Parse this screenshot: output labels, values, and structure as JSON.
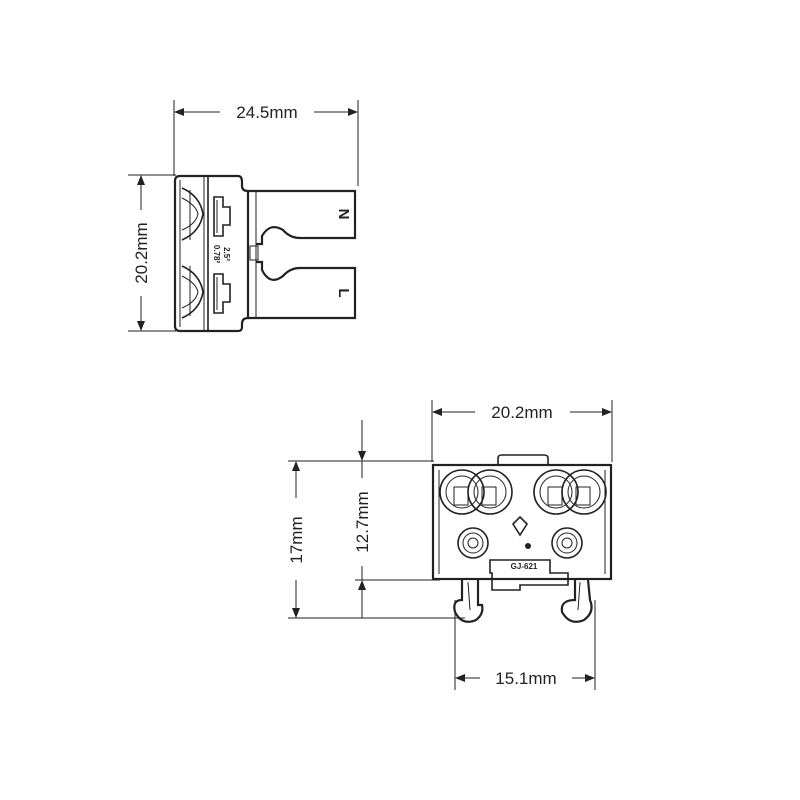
{
  "top_view": {
    "width_label": "24.5mm",
    "height_label": "20.2mm",
    "terminal_n": "N",
    "terminal_l": "L",
    "wire_spec_1": "2.5²",
    "wire_spec_2": "0.78²"
  },
  "front_view": {
    "width_label": "20.2mm",
    "total_height_label": "17mm",
    "body_height_label": "12.7mm",
    "clip_span_label": "15.1mm",
    "part_number": "GJ-621"
  }
}
